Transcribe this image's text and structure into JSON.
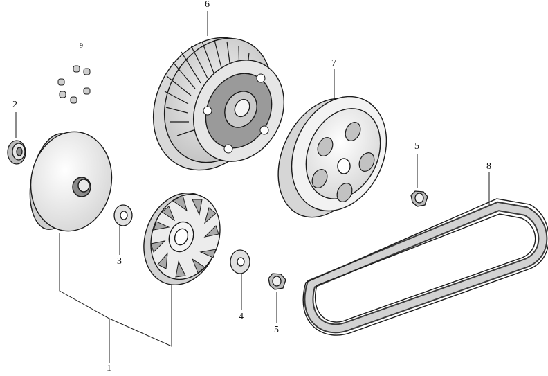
{
  "callouts": {
    "c1": "1",
    "c2": "2",
    "c3": "3",
    "c4": "4",
    "c5a": "5",
    "c5b": "5",
    "c6": "6",
    "c7": "7",
    "c8": "8",
    "c9": "9"
  },
  "colors": {
    "ink": "#1a1a1a",
    "shade": "#cfcfcf",
    "dark": "#6e6e6e",
    "paper": "#ffffff"
  }
}
